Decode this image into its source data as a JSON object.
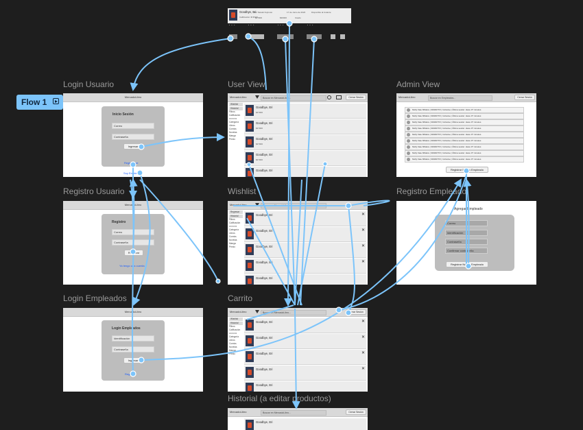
{
  "flow_tag": "Flow 1",
  "frames": {
    "login_usuario": {
      "label": "Login Usuario",
      "header": "MercadoLibro",
      "card_title": "Inicio Sesión",
      "field1": "Correo",
      "field2": "Contraseña",
      "button": "Ingresar",
      "link1": "Registrarse",
      "link2": "Soy Empleado"
    },
    "registro_usuario": {
      "label": "Registro Usuario",
      "header": "MercadoLibro",
      "card_title": "Registro",
      "field1": "Correo",
      "field2": "Contraseña",
      "button": "Registrar",
      "link": "Ya tengo una cuenta"
    },
    "login_empleados": {
      "label": "Login Empleados",
      "header": "MercadoLibro",
      "card_title": "Login Empleados",
      "field1": "Identificación",
      "field2": "Contraseña",
      "button": "Ingresar",
      "link": "Regresar"
    },
    "user_view": {
      "label": "User View",
      "brand": "MercadoLibro",
      "search": "Buscar en MercadoLibro...",
      "logout": "Cerrar Sesión",
      "sidebar": [
        "Wishlist",
        "Historial",
        "Filtros",
        "Calificación ★★★★",
        "Categoría",
        "Libros",
        "Comics",
        "Novelas",
        "Manga",
        "Precio"
      ]
    },
    "wishlist": {
      "label": "Wishlist",
      "brand": "MercadoLibro",
      "search": "Buscar en MercadoLibro...",
      "sidebar": [
        "Regresar",
        "Historial",
        "Filtros",
        "Calificación ★★★★",
        "Categoría",
        "Libros",
        "Comics",
        "Novelas",
        "Manga",
        "Precio"
      ]
    },
    "carrito": {
      "label": "Carrito",
      "brand": "MercadoLibro",
      "search": "Buscar en MercadoLibro...",
      "logout": "Cerrar Sesión",
      "sidebar": [
        "Wishlist",
        "Historial",
        "Filtros",
        "Calificación ★★★★",
        "Categoría",
        "Libros",
        "Comics",
        "Novelas",
        "Manga",
        "Precio"
      ]
    },
    "historial": {
      "label": "Historial (a editar productos)",
      "brand": "MercadoLibro",
      "search": "Buscar en MercadoLibro...",
      "logout": "Cerrar Sesión"
    },
    "admin_view": {
      "label": "Admin View",
      "brand": "MercadoLibro",
      "search": "Buscar en Empleados...",
      "logout": "Cerrar Sesión",
      "row_text": "Molly Kate Mihalov | 900297XX | Inclusive | Última sesión: Hace 37 minutos",
      "button": "Registrar Nuevo Empleado"
    },
    "registro_empleado": {
      "label": "Registro Empleado",
      "title": "Agregar Empleado",
      "fields": [
        "Correo",
        "Identificación",
        "Contraseña",
        "Confirmar contraseña"
      ],
      "button": "Registrar Nuevo Empleado"
    }
  },
  "product": {
    "title": "Goodbye, Eri",
    "author": "Por Tatsuki Fujimoto",
    "date": "17 de Junio de 2023",
    "stock": "Disponible al instante",
    "rating": "Calificación ★★★★",
    "price": "$47000",
    "discount": "$30000",
    "condition": "Usado"
  },
  "top_component": {
    "title": "Goodbye, Eri",
    "author": "Por Tatsuki Fujimoto",
    "date": "17 de Junio de 2023",
    "stock": "Disponible al instante",
    "rating": "Calificación ★★★★",
    "price": "$47000",
    "discount": "$30000",
    "condition": "Usado"
  },
  "colors": {
    "canvas": "#1e1e1e",
    "wire": "#7cc4fa",
    "frame": "#ffffff",
    "header": "#d9d9d9",
    "card": "#bdbdbd"
  }
}
